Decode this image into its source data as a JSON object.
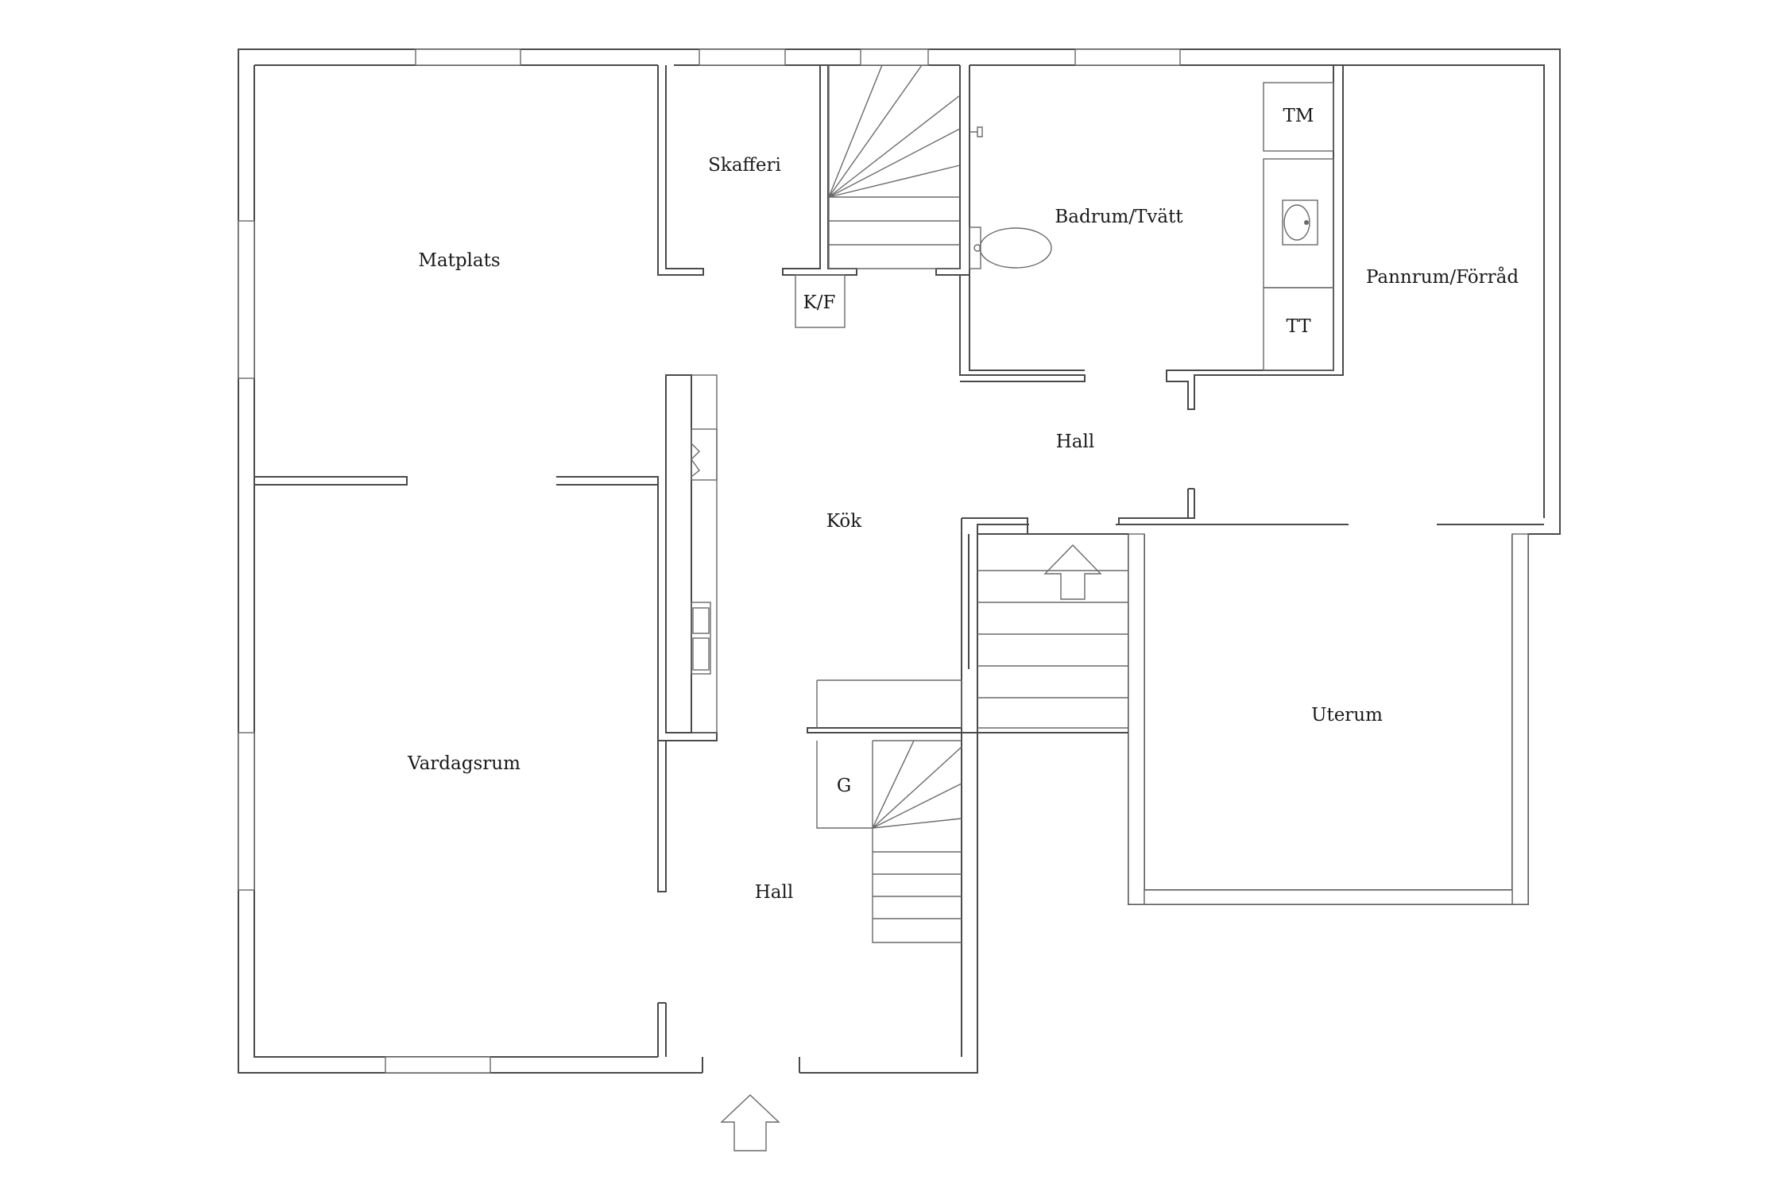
{
  "rooms": {
    "matplats": "Matplats",
    "skafferi": "Skafferi",
    "kf": "K/F",
    "badrum": "Badrum/Tvätt",
    "tm": "TM",
    "tt": "TT",
    "pannrum": "Pannrum/Förråd",
    "hall_upper": "Hall",
    "kok": "Kök",
    "uterum": "Uterum",
    "vardagsrum": "Vardagsrum",
    "g": "G",
    "hall_lower": "Hall"
  },
  "icons": {
    "entrance_main": "arrow-up-icon",
    "entrance_upper": "arrow-up-icon",
    "toilet": "toilet-icon",
    "sink": "sink-icon",
    "stove": "stove-icon",
    "kitchen_sink": "double-sink-icon"
  },
  "colors": {
    "wall": "#4a4a4a",
    "line": "#6a6a6a",
    "text": "#1a1a1a",
    "background": "#ffffff"
  }
}
